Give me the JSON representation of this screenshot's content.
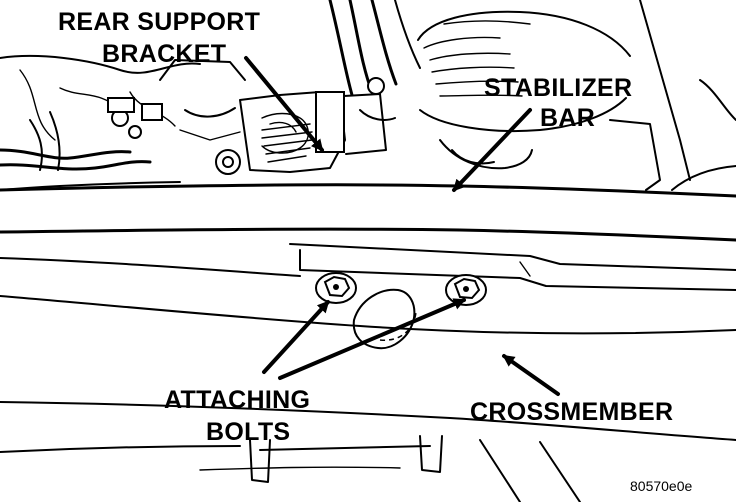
{
  "diagram": {
    "labels": {
      "rear_support_bracket_line1": "REAR SUPPORT",
      "rear_support_bracket_line2": "BRACKET",
      "stabilizer_bar_line1": "STABILIZER",
      "stabilizer_bar_line2": "BAR",
      "attaching_bolts_line1": "ATTACHING",
      "attaching_bolts_line2": "BOLTS",
      "crossmember": "CROSSMEMBER"
    },
    "figure_id": "80570e0e"
  }
}
